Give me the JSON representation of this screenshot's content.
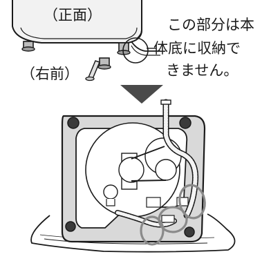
{
  "labels": {
    "front": "（正面）",
    "right_front": "（右前）"
  },
  "note": {
    "line1": "この部分は本",
    "line2": "体底に収納で",
    "line3": "きません。"
  },
  "colors": {
    "arrow": "#4a4a4a",
    "outline": "#1a1a1a",
    "body_fill": "#dcdcdc",
    "highlight": "#8a8a8a"
  }
}
